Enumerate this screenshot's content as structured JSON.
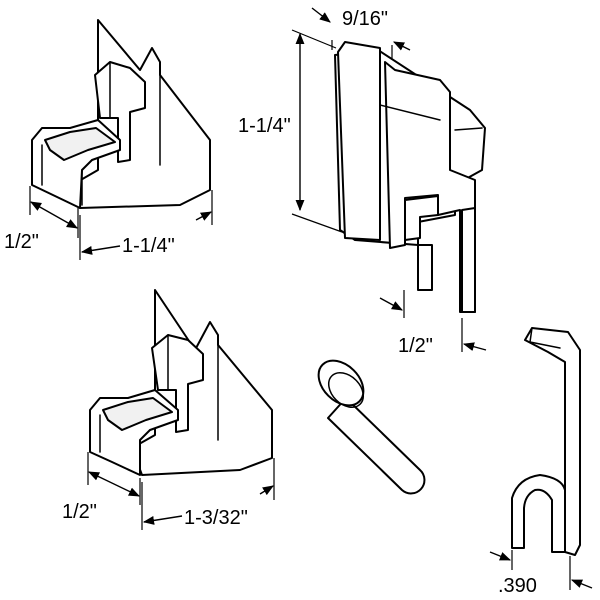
{
  "dimensions": {
    "clip1_depth": "1/2\"",
    "clip1_length": "1-1/4\"",
    "clip2_width": "9/16\"",
    "clip2_height": "1-1/4\"",
    "clip2_leg": "1/2\"",
    "clip3_depth": "1/2\"",
    "clip3_length": "1-3/32\"",
    "hook_gap": ".390"
  }
}
